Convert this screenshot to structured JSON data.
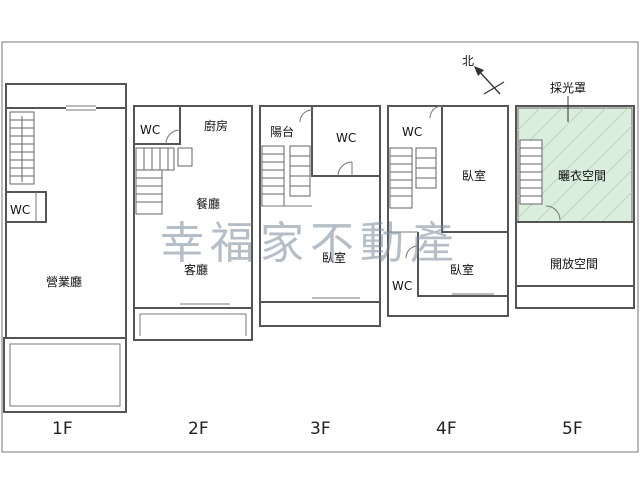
{
  "compass": {
    "north_label": "北"
  },
  "watermark": "幸福家不動產",
  "floors": [
    {
      "id": "1F",
      "label": "1F",
      "rooms": {
        "wc": "WC",
        "hall": "營業廳"
      }
    },
    {
      "id": "2F",
      "label": "2F",
      "rooms": {
        "wc": "WC",
        "kitchen": "廚房",
        "dining": "餐廳",
        "living": "客廳"
      }
    },
    {
      "id": "3F",
      "label": "3F",
      "rooms": {
        "balcony": "陽台",
        "wc": "WC",
        "bedroom": "臥室"
      }
    },
    {
      "id": "4F",
      "label": "4F",
      "rooms": {
        "wc_top": "WC",
        "bedroom_a": "臥室",
        "bedroom_b": "臥室",
        "wc_bottom": "WC"
      }
    },
    {
      "id": "5F",
      "label": "5F",
      "rooms": {
        "skylight": "採光罩",
        "laundry": "曬衣空間",
        "open": "開放空間"
      }
    }
  ],
  "colors": {
    "skylight_fill": "#dbeedd",
    "wall": "#555555",
    "watermark": "#7a8a9a"
  }
}
